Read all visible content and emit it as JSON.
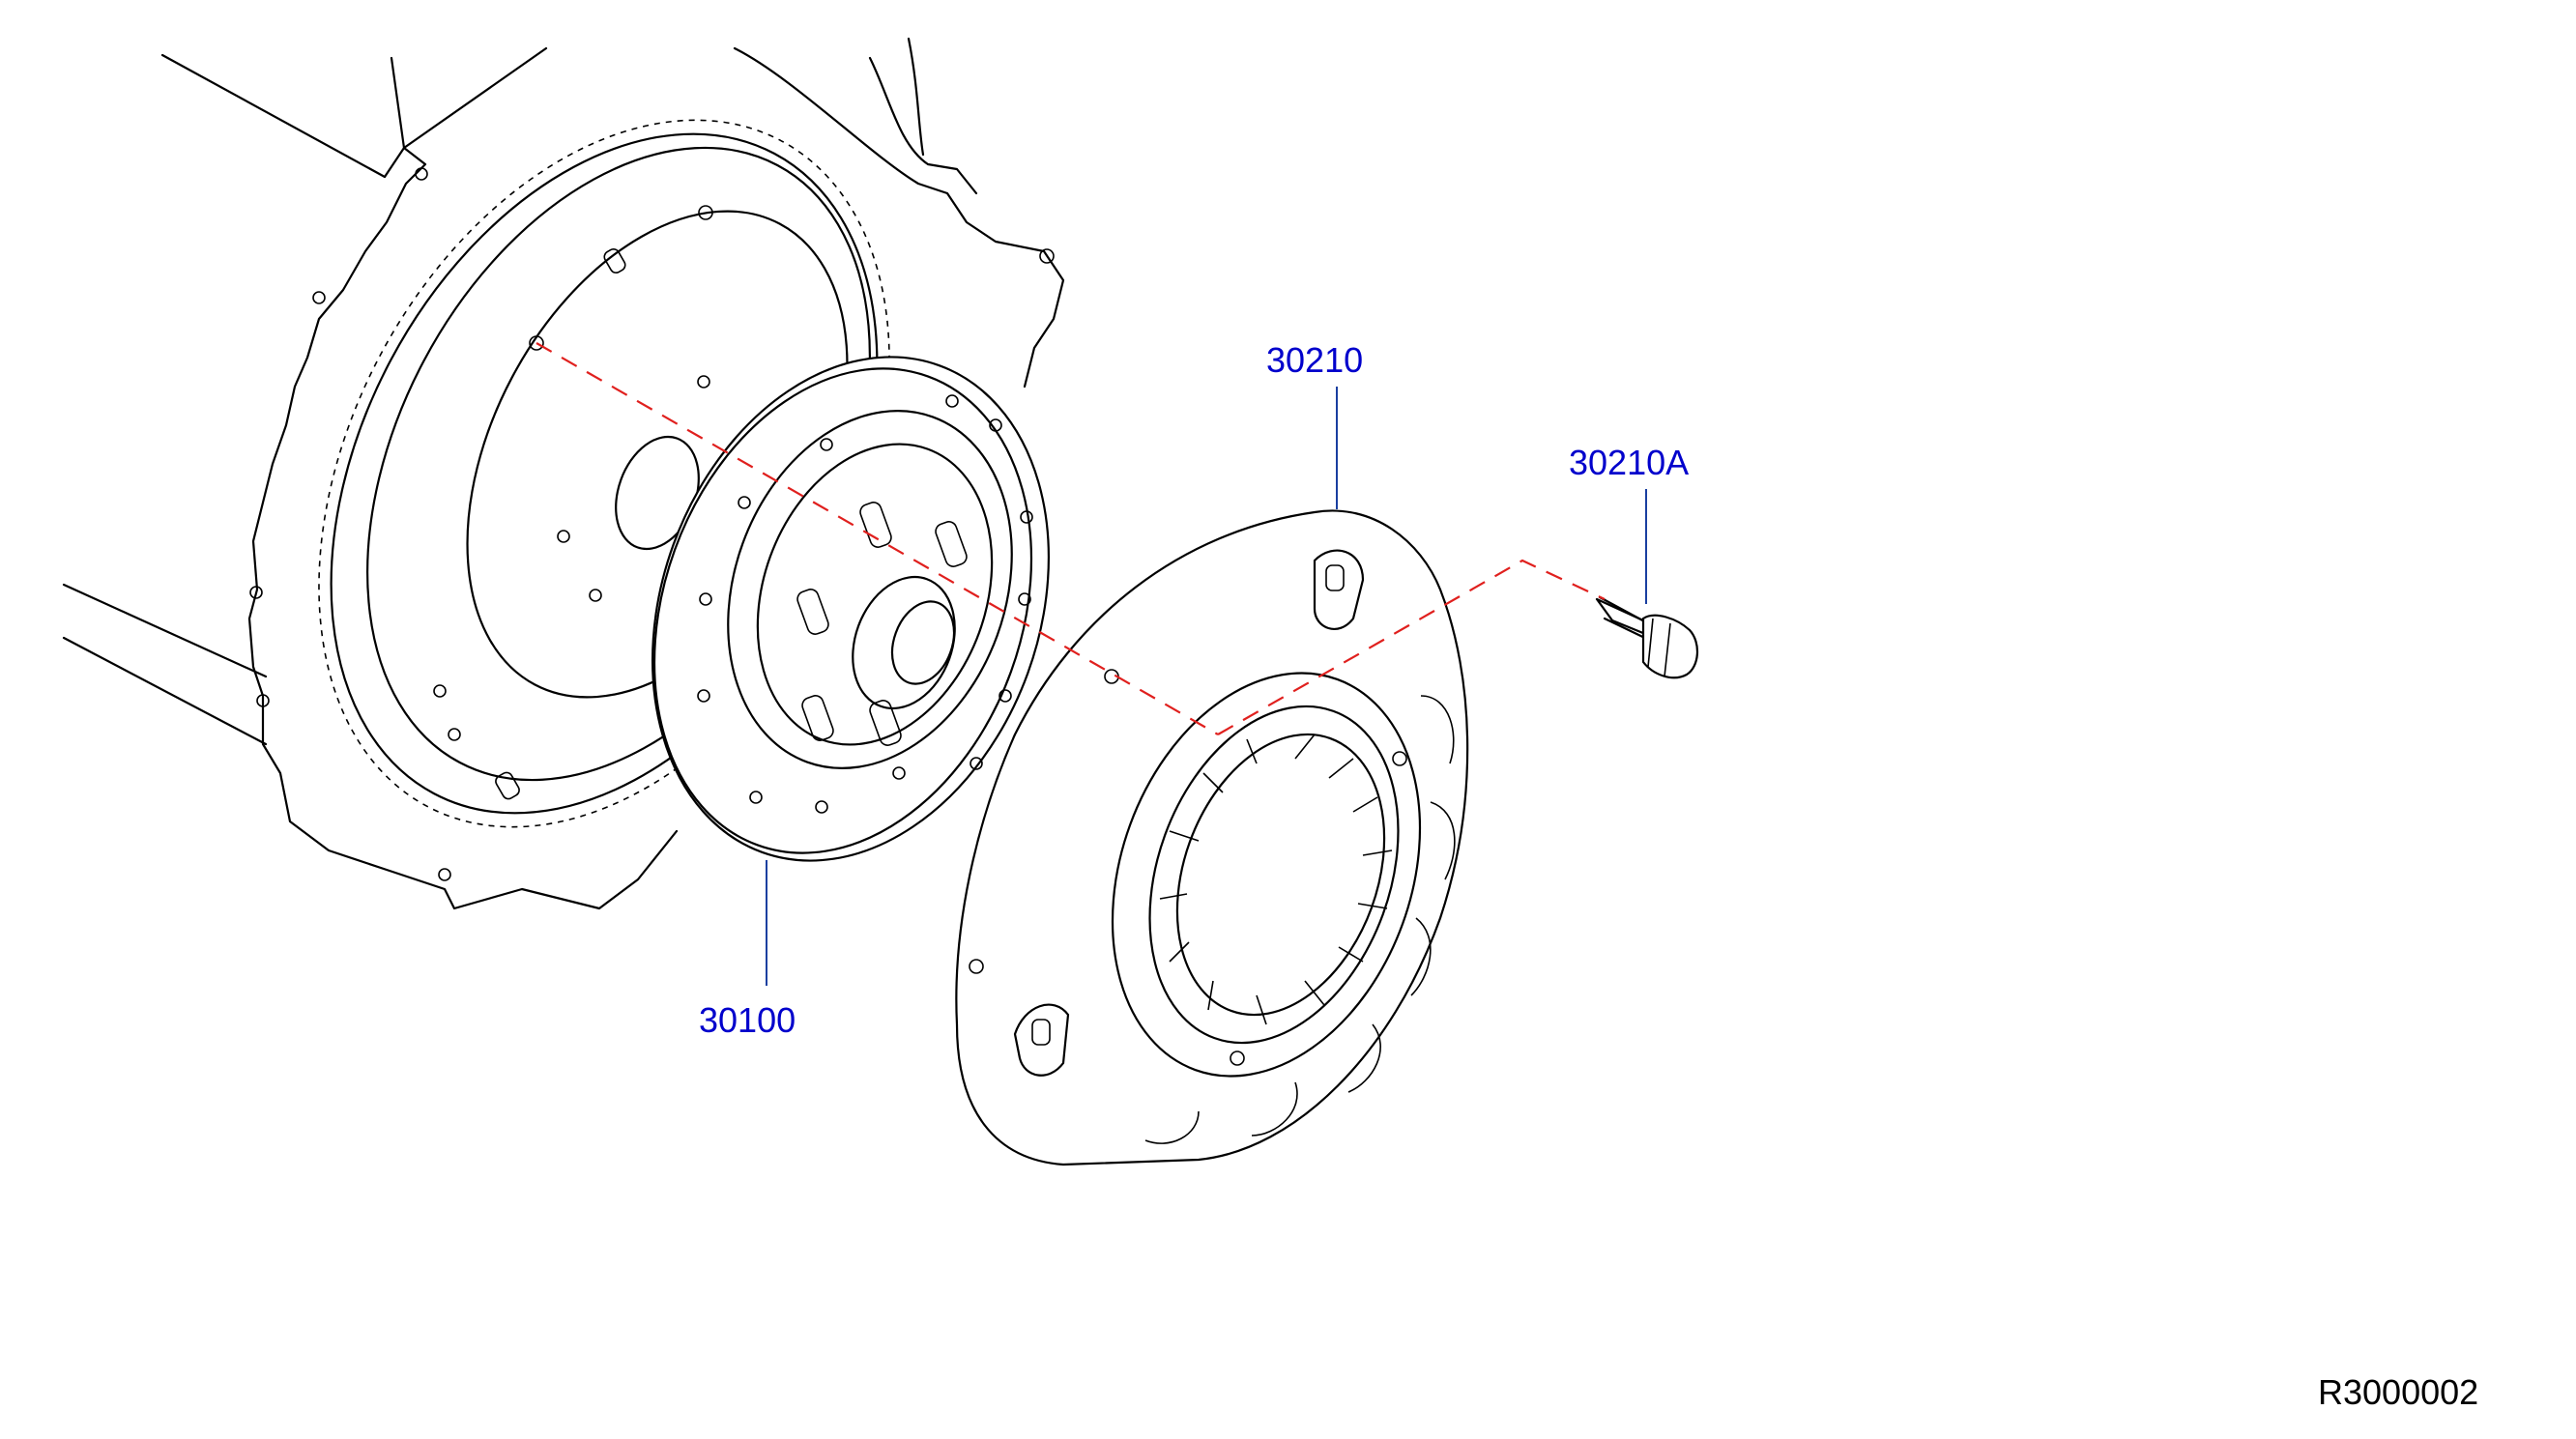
{
  "parts": [
    {
      "id": "clutch-disc",
      "number": "30100"
    },
    {
      "id": "clutch-cover",
      "number": "30210"
    },
    {
      "id": "clutch-cover-bolt",
      "number": "30210A"
    }
  ],
  "reference": "R3000002",
  "colors": {
    "label": "#0000cc",
    "leader": "#1a3fa0",
    "centerline": "#e0201e",
    "linework": "#000000"
  }
}
